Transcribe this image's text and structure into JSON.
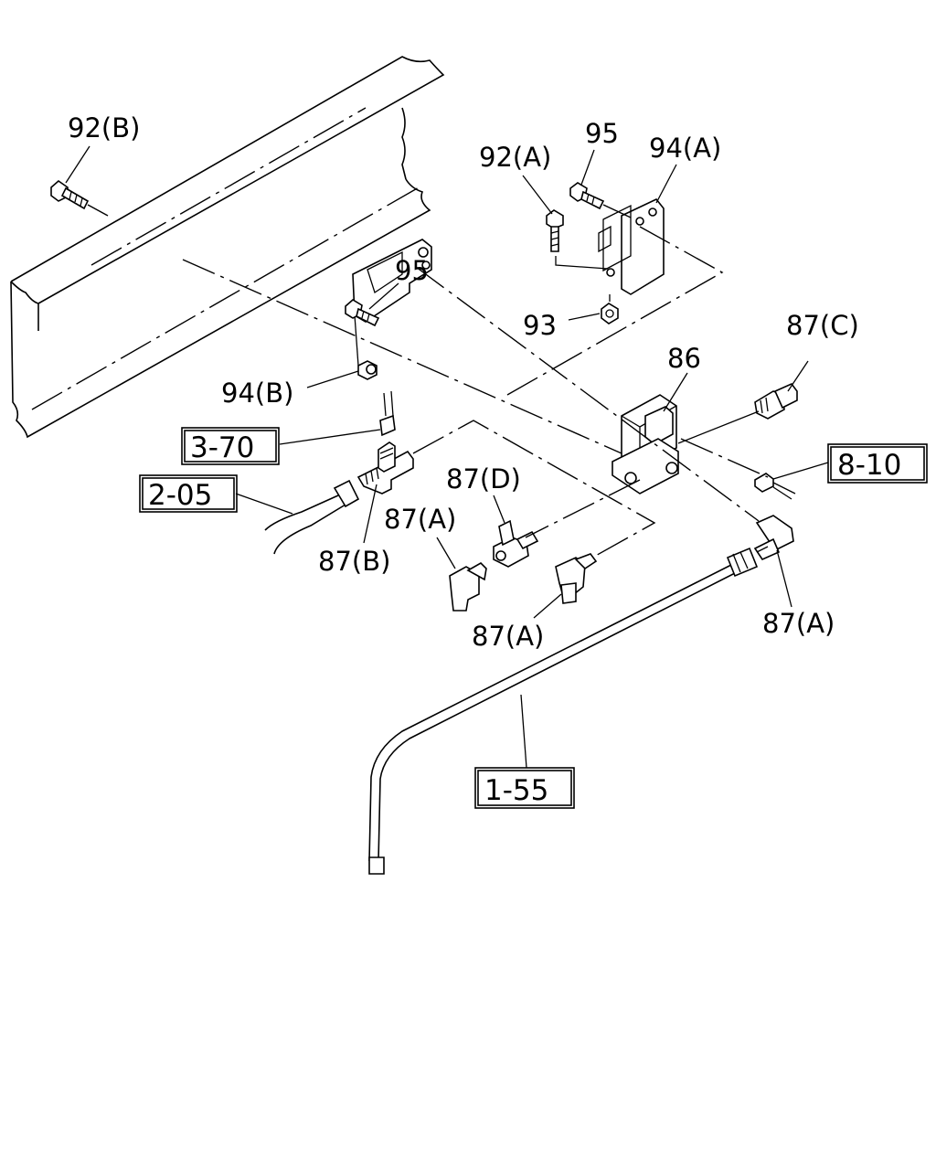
{
  "labels": {
    "l92b": "92(B)",
    "l92a": "92(A)",
    "l95top": "95",
    "l94a": "94(A)",
    "l95mid": "95",
    "l93": "93",
    "l94b": "94(B)",
    "l87c": "87(C)",
    "l86": "86",
    "l87d": "87(D)",
    "l87a_left": "87(A)",
    "l87b": "87(B)",
    "l87a_mid": "87(A)",
    "l87a_right": "87(A)"
  },
  "refs": {
    "r370": "3-70",
    "r205": "2-05",
    "r810": "8-10",
    "r155": "1-55"
  }
}
